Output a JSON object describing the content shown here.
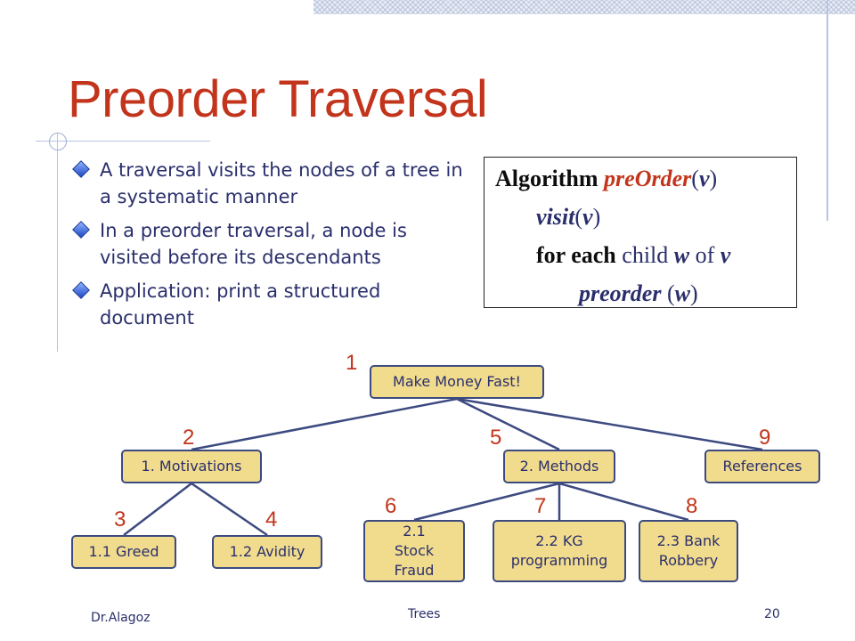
{
  "slide": {
    "title": "Preorder Traversal",
    "bullets": [
      "A traversal visits the nodes of a tree in a systematic manner",
      "In a preorder traversal, a node is visited before its descendants",
      "Application: print a structured document"
    ]
  },
  "algorithm": {
    "line1": {
      "kw": "Algorithm",
      "fn": "preOrder",
      "arg": "v"
    },
    "line2": {
      "fn": "visit",
      "arg": "v"
    },
    "line3": {
      "kw1": "for each",
      "t1": "child",
      "v1": "w",
      "t2": "of",
      "v2": "v"
    },
    "line4": {
      "fn": "preorder",
      "arg": "w"
    }
  },
  "tree": {
    "nodes": [
      {
        "id": "root",
        "label": "Make Money Fast!",
        "order": "1"
      },
      {
        "id": "motivations",
        "label": "1. Motivations",
        "order": "2"
      },
      {
        "id": "greed",
        "label": "1.1 Greed",
        "order": "3"
      },
      {
        "id": "avidity",
        "label": "1.2 Avidity",
        "order": "4"
      },
      {
        "id": "methods",
        "label": "2. Methods",
        "order": "5"
      },
      {
        "id": "stock",
        "label": "2.1 Stock Fraud",
        "order": "6"
      },
      {
        "id": "kg",
        "label": "2.2 KG programming",
        "order": "7"
      },
      {
        "id": "bank",
        "label": "2.3 Bank Robbery",
        "order": "8"
      },
      {
        "id": "references",
        "label": "References",
        "order": "9"
      }
    ],
    "edges": [
      [
        "root",
        "motivations"
      ],
      [
        "root",
        "methods"
      ],
      [
        "root",
        "references"
      ],
      [
        "motivations",
        "greed"
      ],
      [
        "motivations",
        "avidity"
      ],
      [
        "methods",
        "stock"
      ],
      [
        "methods",
        "kg"
      ],
      [
        "methods",
        "bank"
      ]
    ]
  },
  "footer": {
    "author": "Dr.Alagoz",
    "topic": "Trees",
    "page": "20"
  },
  "colors": {
    "title": "#c2341b",
    "text": "#2a2f6c",
    "node_fill": "#f1dc8e",
    "node_border": "#3c4a80",
    "edge": "#3c4a80"
  }
}
